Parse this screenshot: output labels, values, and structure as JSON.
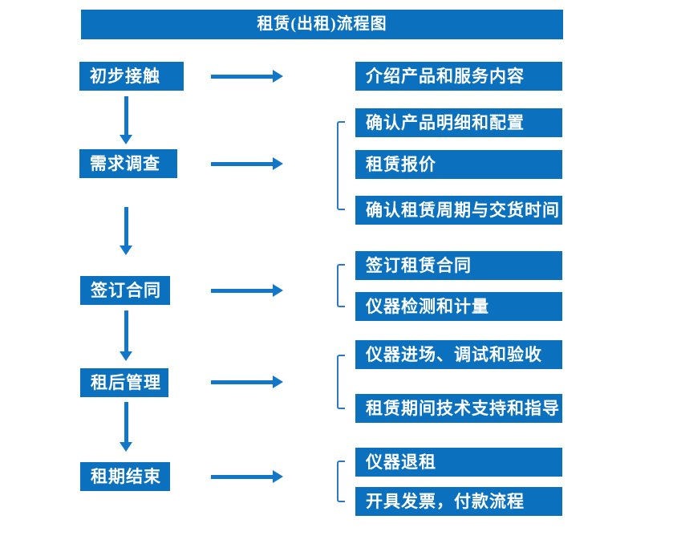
{
  "title": "租赁(出租)流程图",
  "colors": {
    "box_blue": "#0b70bd",
    "arrow_blue": "#1276c9",
    "bracket_blue": "#2e78c2",
    "text": "#ffffff",
    "background": "#ffffff"
  },
  "steps": [
    {
      "label": "初步接触"
    },
    {
      "label": "需求调查"
    },
    {
      "label": "签订合同"
    },
    {
      "label": "租后管理"
    },
    {
      "label": "租期结束"
    }
  ],
  "details": [
    {
      "label": "介绍产品和服务内容"
    },
    {
      "label": "确认产品明细和配置"
    },
    {
      "label": "租赁报价"
    },
    {
      "label": "确认租赁周期与交货时间"
    },
    {
      "label": "签订租赁合同"
    },
    {
      "label": "仪器检测和计量"
    },
    {
      "label": "仪器进场、调试和验收"
    },
    {
      "label": "租赁期间技术支持和指导"
    },
    {
      "label": "仪器退租"
    },
    {
      "label": "开具发票，付款流程"
    }
  ]
}
